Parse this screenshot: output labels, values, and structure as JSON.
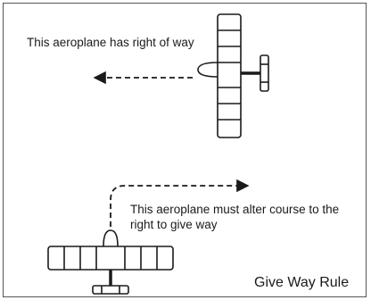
{
  "diagram": {
    "caption_right_of_way": "This aeroplane has right of way",
    "caption_alter_line1": "This aeroplane must alter course to the",
    "caption_alter_line2": "right to give way",
    "title": "Give Way Rule"
  },
  "colors": {
    "stroke": "#1a1a1a",
    "background": "#ffffff",
    "frame": "#555555"
  },
  "icons": [
    "aeroplane-top-view-icon",
    "arrow-left-icon",
    "arrow-right-icon"
  ]
}
